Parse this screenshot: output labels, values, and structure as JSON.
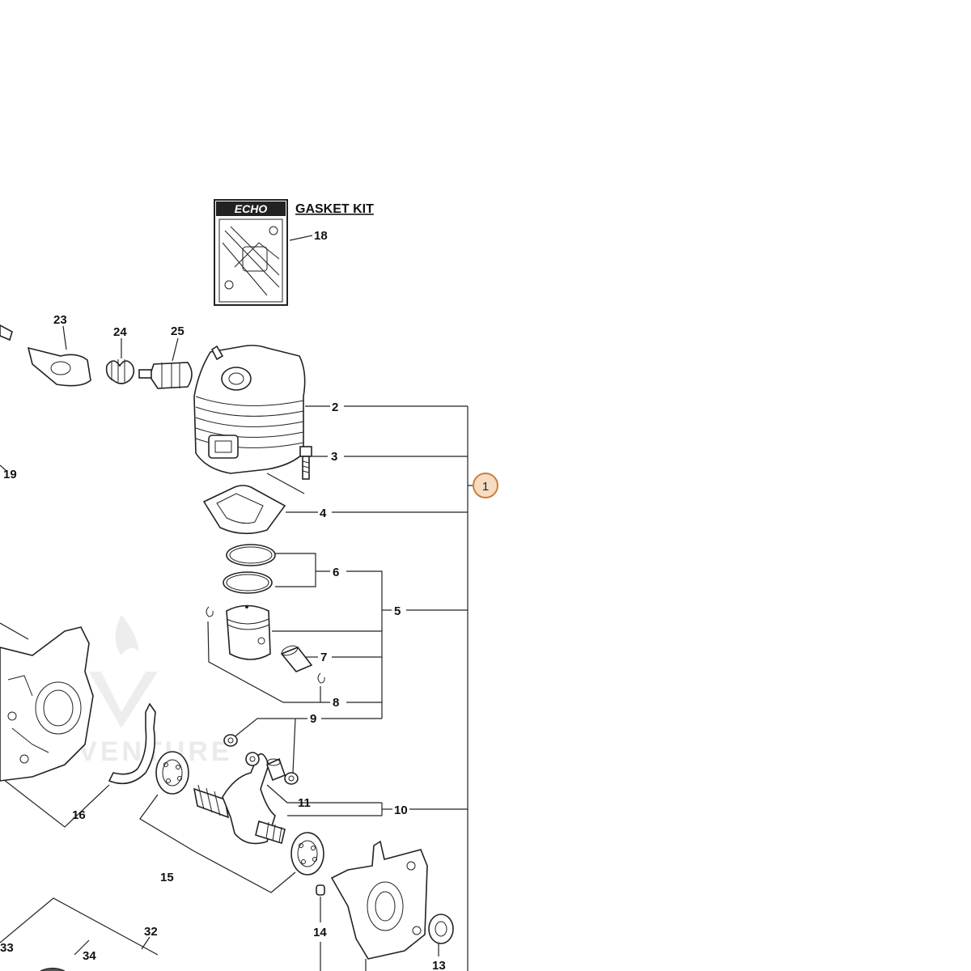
{
  "kit": {
    "brand": "ECHO",
    "title": "GASKET KIT"
  },
  "watermark": "ADVENTURE",
  "callouts": {
    "p1": "1",
    "p2": "2",
    "p3": "3",
    "p4": "4",
    "p5": "5",
    "p6": "6",
    "p7": "7",
    "p8": "8",
    "p9": "9",
    "p10": "10",
    "p11": "11",
    "p13": "13",
    "p14": "14",
    "p15": "15",
    "p16": "16",
    "p18": "18",
    "p19": "19",
    "p23": "23",
    "p24": "24",
    "p25": "25",
    "p32": "32",
    "p33": "33",
    "p34": "34"
  },
  "colors": {
    "hotspot_fill": "#f6dcc0",
    "hotspot_stroke": "#c8803e",
    "line": "#222222"
  }
}
